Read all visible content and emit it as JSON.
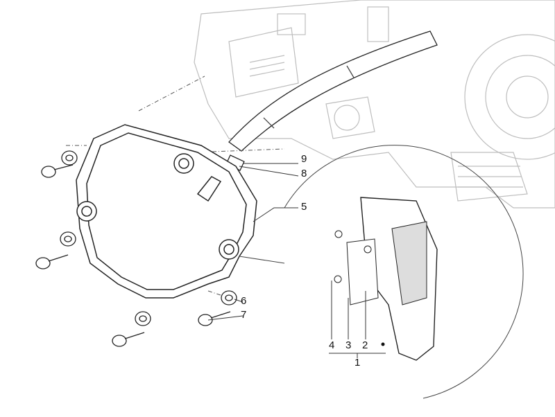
{
  "diagram": {
    "callouts": [
      {
        "id": "9",
        "label": "9"
      },
      {
        "id": "8",
        "label": "8"
      },
      {
        "id": "5",
        "label": "5"
      },
      {
        "id": "6",
        "label": "6"
      },
      {
        "id": "7",
        "label": "7"
      },
      {
        "id": "4",
        "label": "4"
      },
      {
        "id": "3",
        "label": "3"
      },
      {
        "id": "2",
        "label": "2"
      },
      {
        "id": "1",
        "label": "1"
      }
    ],
    "colors": {
      "engine_line": "#b8b8b8",
      "part_line": "#222222",
      "leader": "#333333"
    }
  }
}
